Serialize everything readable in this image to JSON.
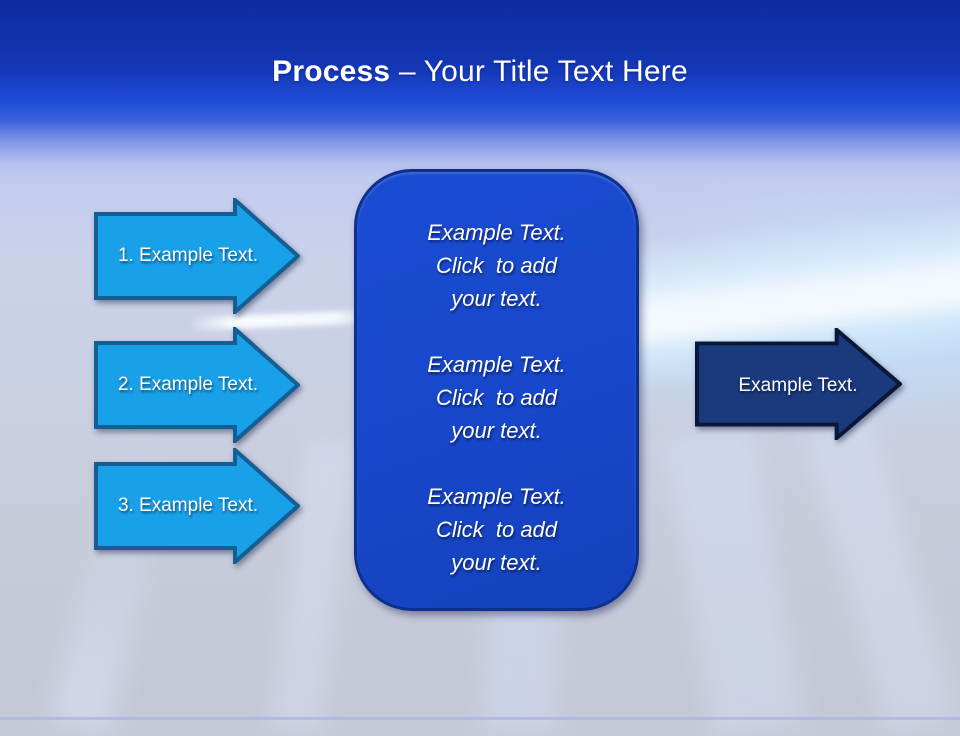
{
  "slide": {
    "title": {
      "bold": "Process ",
      "rest": "– Your Title Text Here"
    },
    "left_arrows": [
      {
        "label": "1. Example Text."
      },
      {
        "label": "2. Example Text."
      },
      {
        "label": "3. Example Text."
      }
    ],
    "center_box": {
      "paragraphs": [
        {
          "lines": [
            "Example Text.",
            "Click  to add",
            "your text."
          ]
        },
        {
          "lines": [
            "Example Text.",
            "Click  to add",
            "your text."
          ]
        },
        {
          "lines": [
            "Example Text.",
            "Click  to add",
            "your text."
          ]
        }
      ]
    },
    "right_arrow": {
      "label": "Example Text."
    },
    "colors": {
      "header_top": "#0D2C9E",
      "header_bottom": "#1F4CD8",
      "title_text": "#FFFFFF",
      "left_arrow_fill": "#18A0E8",
      "left_arrow_border": "#155E93",
      "right_arrow_fill": "#1B3A7E",
      "right_arrow_border": "#0A1838",
      "box_fill": "#1747CA",
      "box_border": "#0E2F8C",
      "background_light": "#C9CFE4"
    }
  }
}
